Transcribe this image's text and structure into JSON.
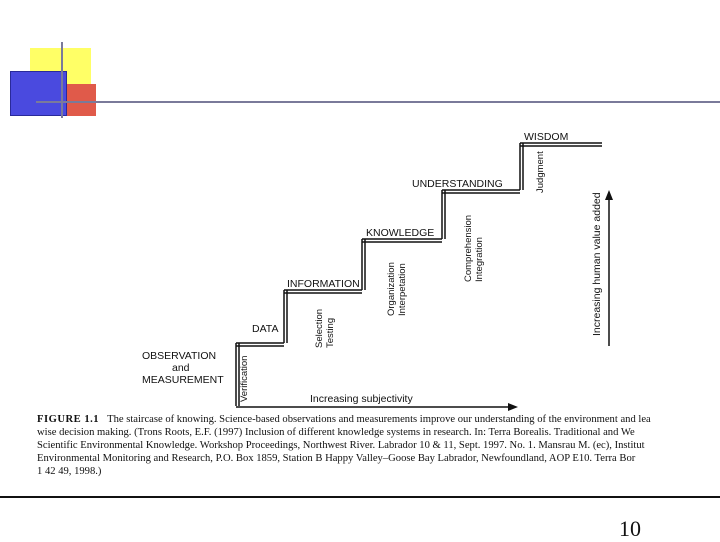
{
  "staircase": {
    "steps": [
      {
        "label_lines": [
          "OBSERVATION",
          "and",
          "MEASUREMENT"
        ]
      },
      {
        "label_lines": [
          "DATA"
        ]
      },
      {
        "label_lines": [
          "INFORMATION"
        ]
      },
      {
        "label_lines": [
          "KNOWLEDGE"
        ]
      },
      {
        "label_lines": [
          "UNDERSTANDING"
        ]
      },
      {
        "label_lines": [
          "WISDOM"
        ]
      }
    ],
    "risers": [
      {
        "lines": [
          "Verification"
        ]
      },
      {
        "lines": [
          "Selection",
          "Testing"
        ]
      },
      {
        "lines": [
          "Organization",
          "Interpetation"
        ]
      },
      {
        "lines": [
          "Comprehension",
          "Integration"
        ]
      },
      {
        "lines": [
          "Judgment"
        ]
      }
    ],
    "x_axis_label": "Increasing subjectivity",
    "y_axis_label": "Increasing human value added"
  },
  "caption": {
    "figure_label": "FIGURE 1.1",
    "lines": [
      "The staircase of knowing. Science-based observations and measurements improve our understanding of the environment and lea",
      "wise decision making. (Trons Roots, E.F. (1997) Inclusion of different knowledge systems in research. In: Terra Borealis. Traditional and We",
      "Scientific Environmental Knowledge. Workshop Proceedings, Northwest River. Labrador 10 & 11, Sept. 1997. No. 1. Mansrau M. (ec), Institut",
      "Environmental Monitoring and Research, P.O. Box 1859, Station B Happy Valley–Goose Bay Labrador, Newfoundland, AOP E10. Terra Bor",
      "1 42 49, 1998.)"
    ]
  },
  "page_number": "10"
}
